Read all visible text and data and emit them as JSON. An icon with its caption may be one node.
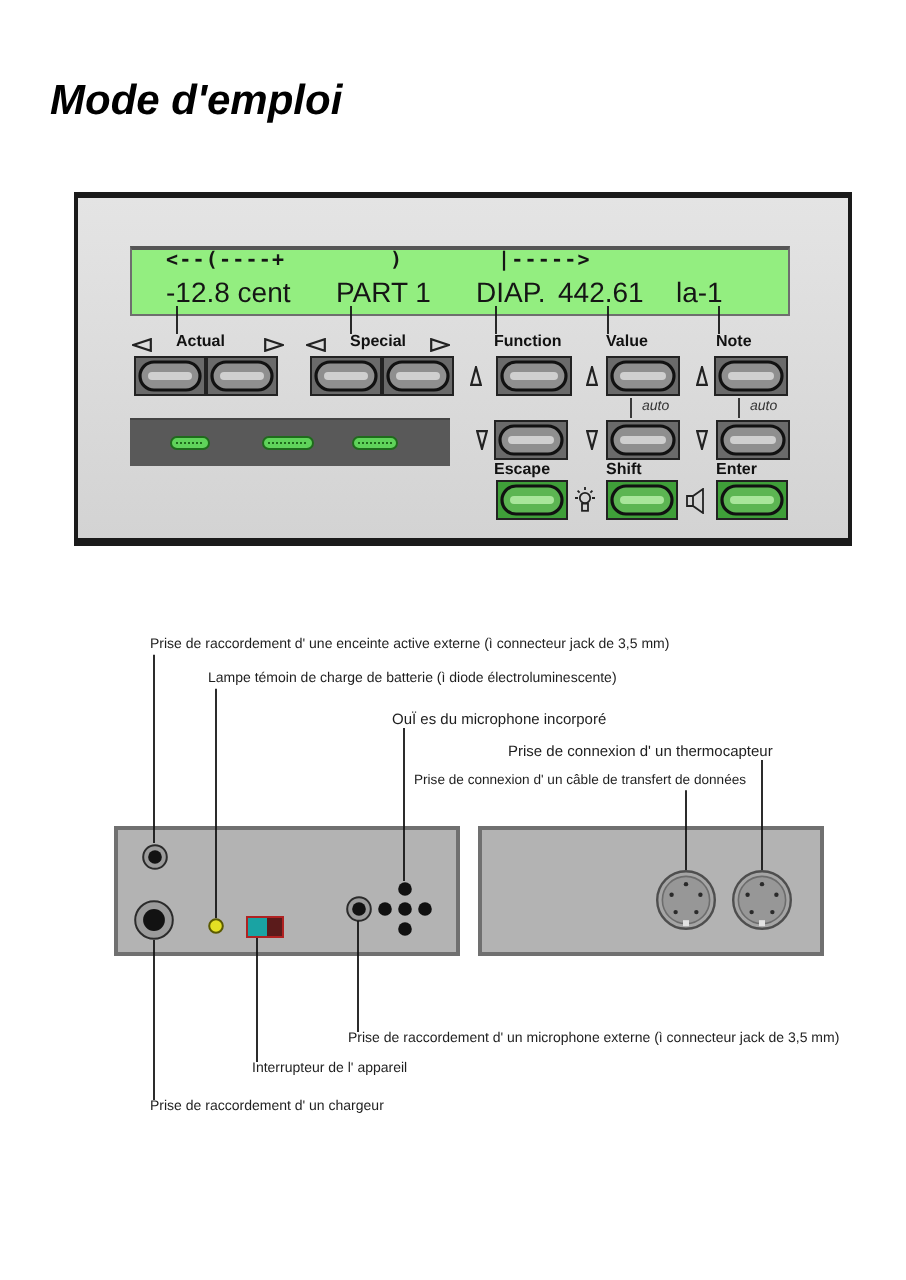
{
  "diagram": {
    "title": "Mode d'emploi",
    "nodes": [
      {
        "text": [],
        "shape": "box"
      },
      {
        "text": [
          "<--(----+",
          ")",
          "|----->"
        ],
        "in": 0
      },
      {
        "text": [
          "-12.8 cent"
        ],
        "in": 1
      },
      {
        "text": [
          "PART 1"
        ],
        "in": 1
      },
      {
        "text": [
          "DIAP."
        ],
        "in": 1
      },
      {
        "text": [
          "442.61"
        ],
        "in": 1
      },
      {
        "text": [
          "la-1"
        ],
        "in": 1
      },
      {
        "text": [
          "Actual"
        ],
        "in": 0
      },
      {
        "text": [
          "Special"
        ],
        "in": 0
      },
      {
        "text": [
          "Function"
        ],
        "in": 0
      },
      {
        "text": [
          "Value"
        ],
        "in": 0
      },
      {
        "text": [
          "Note"
        ],
        "in": 0
      },
      {
        "text": [
          "Prise de raccordement d' une enceinte active externe (ì connecteur jack de 3,5 mm)"
        ]
      },
      {
        "text": [
          "Lampe témoin de charge de batterie (ì diode électroluminescente)"
        ]
      },
      {
        "text": [
          "OuÏ es du microphone incorporé"
        ]
      },
      {
        "text": [
          "Prise de connexion d' un thermocapteur"
        ]
      },
      {
        "text": [
          "Prise de connexion d' un câble de transfert de données"
        ]
      },
      {
        "text": [],
        "shape": "box"
      },
      {
        "text": [],
        "shape": "box"
      },
      {
        "text": [],
        "shape": "circle",
        "in": 17
      },
      {
        "text": [],
        "shape": "picture",
        "in": 17
      },
      {
        "text": [],
        "shape": "circle",
        "in": 17
      },
      {
        "text": [],
        "shape": "circle",
        "in": 17
      },
      {
        "text": [],
        "shape": "circle",
        "in": 17
      },
      {
        "text": [],
        "shape": "box",
        "in": 17
      },
      {
        "text": [],
        "shape": "circle",
        "in": 18
      },
      {
        "text": [],
        "shape": "circle",
        "in": 18
      },
      {
        "text": [
          "Prise de raccordement d' un microphone externe (ì connecteur jack de 3,5 mm)"
        ]
      },
      {
        "text": [
          "Interrupteur de l' appareil"
        ]
      },
      {
        "text": [
          "Prise de raccordement d' un chargeur"
        ]
      }
    ],
    "edges": [
      {
        "from": 2,
        "to": 7,
        "arrow": "none"
      },
      {
        "from": 3,
        "to": 8,
        "arrow": "none"
      },
      {
        "from": 4,
        "to": 9,
        "arrow": "none"
      },
      {
        "from": 5,
        "to": 10,
        "arrow": "none"
      },
      {
        "from": 6,
        "to": 11,
        "arrow": "none"
      },
      {
        "from": 12,
        "to": 19,
        "arrow": "none"
      },
      {
        "from": 13,
        "to": 23,
        "arrow": "none"
      },
      {
        "from": 14,
        "to": 20,
        "arrow": "none"
      },
      {
        "from": 15,
        "to": 26,
        "arrow": "none"
      },
      {
        "from": 16,
        "to": 25,
        "arrow": "none"
      },
      {
        "from": 27,
        "to": 21,
        "arrow": "none"
      },
      {
        "from": 28,
        "to": 24,
        "arrow": "none"
      },
      {
        "from": 29,
        "to": 22,
        "arrow": "none"
      }
    ],
    "labels": [
      "auto",
      "auto",
      "Escape",
      "Shift",
      "Enter"
    ]
  }
}
